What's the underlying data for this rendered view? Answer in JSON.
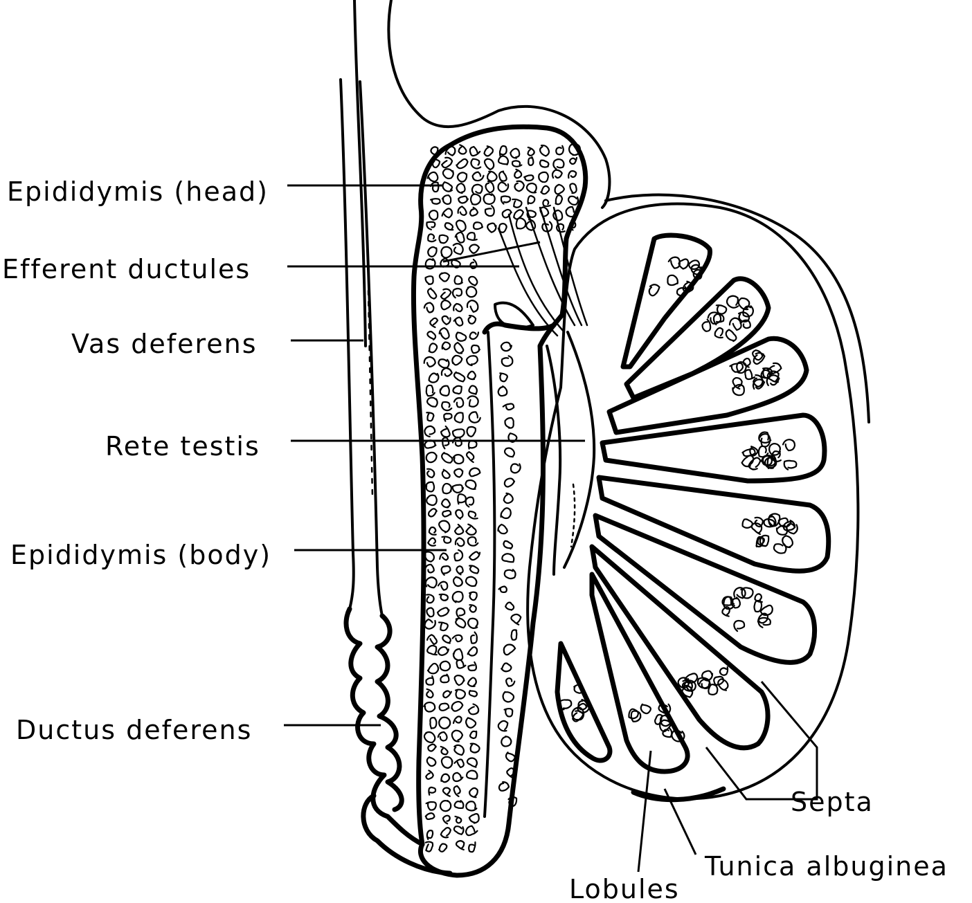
{
  "labels": {
    "epididymis_head": "Epididymis (head)",
    "efferent_ductules": "Efferent ductules",
    "vas_deferens": "Vas deferens",
    "rete_testis": "Rete testis",
    "epididymis_body": "Epididymis (body)",
    "ductus_deferens": "Ductus deferens",
    "septa": "Septa",
    "tunica_albuginea": "Tunica albuginea",
    "lobules": "Lobules"
  },
  "colors": {
    "ink": "#000000",
    "paper": "#ffffff"
  }
}
